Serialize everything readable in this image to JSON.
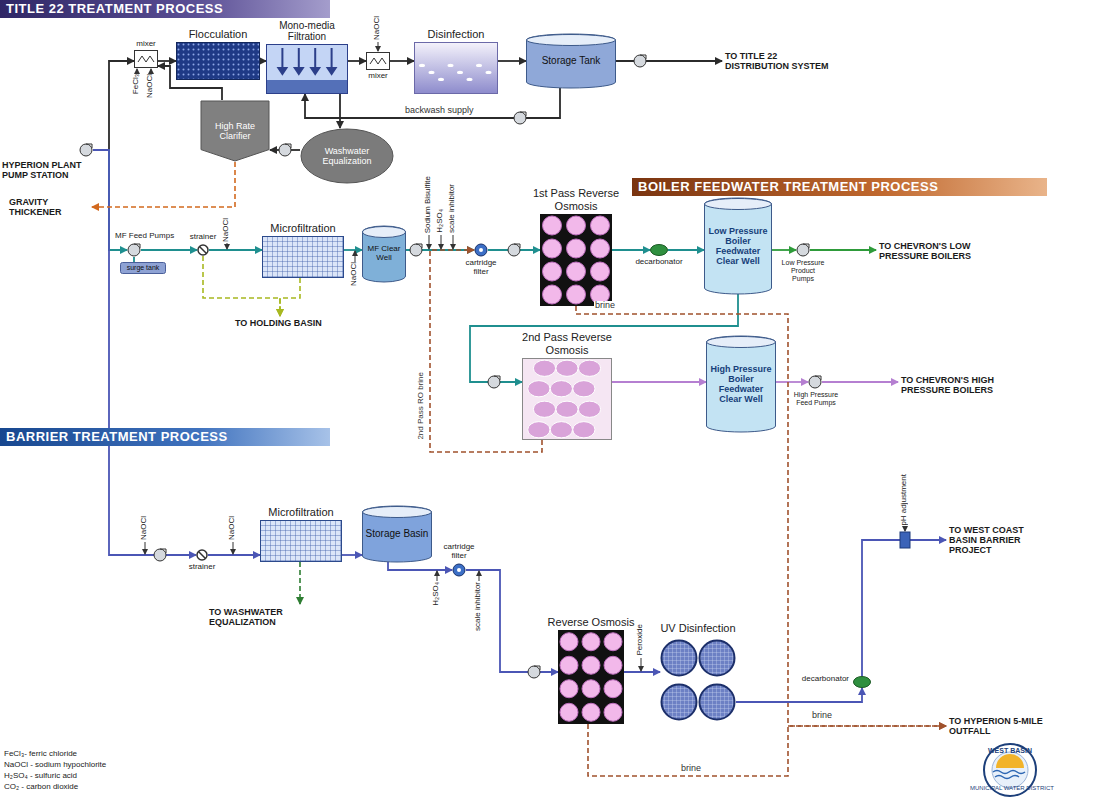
{
  "diagram": {
    "nodes": [
      {
        "text": [
          "HYPERION PLANT PUMP STATION"
        ]
      },
      {
        "text": [
          "mixer"
        ]
      },
      {
        "text": [
          "Flocculation"
        ]
      },
      {
        "text": [
          "Mono-media Filtration"
        ]
      },
      {
        "text": [
          "mixer"
        ]
      },
      {
        "text": [
          "Disinfection"
        ]
      },
      {
        "text": [
          "Storage Tank"
        ]
      },
      {
        "text": [
          "TO TITLE 22 DISTRIBUTION SYSTEM"
        ]
      },
      {
        "text": [
          "High Rate Clarifier"
        ]
      },
      {
        "text": [
          "Washwater Equalization"
        ]
      },
      {
        "text": [
          "GRAVITY THICKENER"
        ]
      },
      {
        "text": [
          "MF Feed Pumps"
        ]
      },
      {
        "text": [
          "surge tank"
        ]
      },
      {
        "text": [
          "strainer"
        ]
      },
      {
        "text": [
          "Microfiltration"
        ]
      },
      {
        "text": [
          "TO HOLDING BASIN"
        ]
      },
      {
        "text": [
          "MF Clear Well"
        ]
      },
      {
        "text": [
          "cartridge filter"
        ]
      },
      {
        "text": [
          "1st Pass Reverse Osmosis"
        ]
      },
      {
        "text": [
          "decarbonator"
        ]
      },
      {
        "text": [
          "Low Pressure Boiler Feedwater Clear Well"
        ]
      },
      {
        "text": [
          "Low Pressure Product Pumps"
        ]
      },
      {
        "text": [
          "TO CHEVRON'S LOW PRESSURE BOILERS"
        ]
      },
      {
        "text": [
          "2nd Pass Reverse Osmosis"
        ]
      },
      {
        "text": [
          "High Pressure Boiler Feedwater Clear Well"
        ]
      },
      {
        "text": [
          "High Pressure Feed Pumps"
        ]
      },
      {
        "text": [
          "TO CHEVRON'S HIGH PRESSURE BOILERS"
        ]
      },
      {
        "text": [
          "strainer"
        ]
      },
      {
        "text": [
          "Microfiltration"
        ]
      },
      {
        "text": [
          "TO WASHWATER EQUALIZATION"
        ]
      },
      {
        "text": [
          "Storage Basin"
        ]
      },
      {
        "text": [
          "cartridge filter"
        ]
      },
      {
        "text": [
          "Reverse Osmosis"
        ]
      },
      {
        "text": [
          "UV Disinfection"
        ]
      },
      {
        "text": [
          "decarbonator"
        ]
      },
      {
        "text": [
          "TO WEST COAST BASIN BARRIER PROJECT"
        ]
      },
      {
        "text": [
          "TO HYPERION 5-MILE OUTFALL"
        ]
      }
    ],
    "edges": [
      {
        "from": 0,
        "to": 1,
        "arrow": "to"
      },
      {
        "from": 0,
        "to": 11,
        "arrow": "to"
      },
      {
        "from": 0,
        "to": 27,
        "arrow": "to"
      },
      {
        "from": 1,
        "to": 2,
        "arrow": "to"
      },
      {
        "from": 2,
        "to": 3,
        "arrow": "to"
      },
      {
        "from": 3,
        "to": 4,
        "arrow": "to"
      },
      {
        "from": 4,
        "to": 5,
        "arrow": "to"
      },
      {
        "from": 5,
        "to": 6,
        "arrow": "to"
      },
      {
        "from": 6,
        "to": 7,
        "arrow": "to"
      },
      {
        "from": 6,
        "to": 3,
        "label": "backwash supply",
        "arrow": "to"
      },
      {
        "from": 3,
        "to": 9,
        "arrow": "to"
      },
      {
        "from": 9,
        "to": 8,
        "arrow": "to"
      },
      {
        "from": 8,
        "to": 1,
        "arrow": "to"
      },
      {
        "from": 8,
        "to": 10,
        "arrow": "to"
      },
      {
        "from": 11,
        "to": 12,
        "arrow": "none"
      },
      {
        "from": 11,
        "to": 13,
        "arrow": "to"
      },
      {
        "from": 13,
        "to": 14,
        "arrow": "to"
      },
      {
        "from": 13,
        "to": 15,
        "arrow": "to"
      },
      {
        "from": 14,
        "to": 15,
        "arrow": "to"
      },
      {
        "from": 14,
        "to": 16,
        "arrow": "to"
      },
      {
        "from": 16,
        "to": 17,
        "arrow": "to"
      },
      {
        "from": 17,
        "to": 18,
        "arrow": "to"
      },
      {
        "from": 18,
        "to": 19,
        "arrow": "to"
      },
      {
        "from": 19,
        "to": 20,
        "arrow": "to"
      },
      {
        "from": 20,
        "to": 21,
        "arrow": "to"
      },
      {
        "from": 21,
        "to": 22,
        "arrow": "to"
      },
      {
        "from": 20,
        "to": 23,
        "arrow": "to"
      },
      {
        "from": 23,
        "to": 24,
        "arrow": "to"
      },
      {
        "from": 24,
        "to": 25,
        "arrow": "to"
      },
      {
        "from": 25,
        "to": 26,
        "arrow": "to"
      },
      {
        "from": 23,
        "to": 17,
        "label": "2nd Pass RO brine",
        "arrow": "to"
      },
      {
        "from": 18,
        "to": 36,
        "label": "brine",
        "arrow": "to"
      },
      {
        "from": 27,
        "to": 28,
        "arrow": "to"
      },
      {
        "from": 28,
        "to": 29,
        "arrow": "to"
      },
      {
        "from": 28,
        "to": 30,
        "arrow": "to"
      },
      {
        "from": 30,
        "to": 31,
        "arrow": "to"
      },
      {
        "from": 31,
        "to": 32,
        "arrow": "to"
      },
      {
        "from": 32,
        "to": 33,
        "arrow": "to"
      },
      {
        "from": 33,
        "to": 34,
        "arrow": "to"
      },
      {
        "from": 34,
        "to": 35,
        "arrow": "to"
      },
      {
        "from": 32,
        "to": 36,
        "label": "brine",
        "arrow": "to"
      }
    ],
    "labels": [
      "TITLE 22 TREATMENT PROCESS",
      "BOILER FEEDWATER TREATMENT PROCESS",
      "BARRIER TREATMENT PROCESS",
      "FeCl₃",
      "NaOCl",
      "NaOCl",
      "NaOCl",
      "NaOCl",
      "Sodium Bisulfite",
      "H₂SO₄",
      "scale inhibitor",
      "brine",
      "NaOCl",
      "NaOCl",
      "H₂SO₄",
      "scale inhibitor",
      "Peroxide",
      "pH adjustment",
      "FeCl₃- ferric chloride",
      "NaOCl - sodium hypochlorite",
      "H₂SO₄ - sulfuric acid",
      "CO₂ - carbon dioxide",
      "WEST BASIN",
      "MUNICIPAL WATER DISTRICT"
    ]
  }
}
